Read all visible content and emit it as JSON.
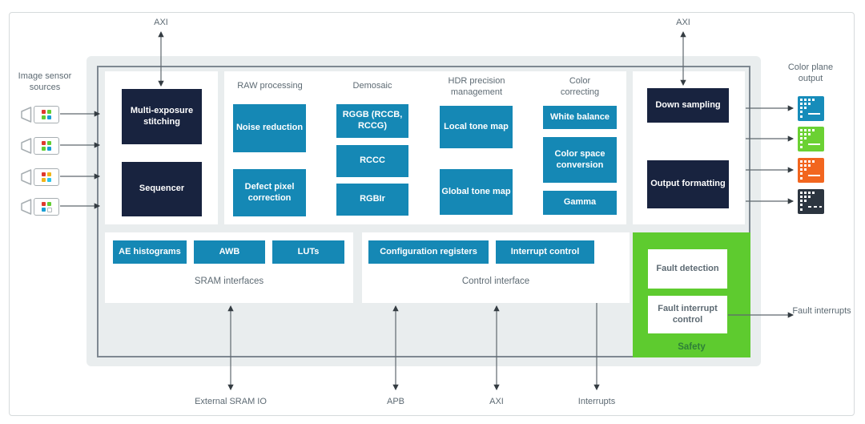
{
  "labels": {
    "image_sensor_sources": "Image sensor sources",
    "axi_left": "AXI",
    "axi_right": "AXI",
    "color_plane_output": "Color plane output",
    "fault_interrupts": "Fault interrupts",
    "external_sram_io": "External SRAM IO",
    "apb": "APB",
    "axi_bottom": "AXI",
    "interrupts": "Interrupts"
  },
  "input_stage": {
    "multi_exposure": "Multi-exposure stitching",
    "sequencer": "Sequencer"
  },
  "pipeline_columns": [
    {
      "title": "RAW processing",
      "blocks": [
        "Noise reduction",
        "Defect pixel correction"
      ]
    },
    {
      "title": "Demosaic",
      "blocks": [
        "RGGB (RCCB, RCCG)",
        "RCCC",
        "RGBIr"
      ]
    },
    {
      "title": "HDR precision management",
      "blocks": [
        "Local tone map",
        "Global tone map"
      ]
    },
    {
      "title": "Color correcting",
      "blocks": [
        "White balance",
        "Color space conversion",
        "Gamma"
      ]
    }
  ],
  "output_stage": {
    "down_sampling": "Down sampling",
    "output_formatting": "Output formatting"
  },
  "sram_interfaces": {
    "buttons": [
      "AE histograms",
      "AWB",
      "LUTs"
    ],
    "label": "SRAM interfaces"
  },
  "control_interface": {
    "buttons": [
      "Configuration registers",
      "Interrupt control"
    ],
    "label": "Control interface"
  },
  "safety": {
    "fault_detection": "Fault detection",
    "fault_interrupt_control": "Fault interrupt control",
    "label": "Safety"
  },
  "sensors": [
    {
      "name": "sensor-1",
      "dots": [
        "#e0392e",
        "#62ce33",
        "#62ce33",
        "#189fd4"
      ]
    },
    {
      "name": "sensor-2",
      "dots": [
        "#e0392e",
        "#62ce33",
        "#62ce33",
        "#189fd4"
      ]
    },
    {
      "name": "sensor-3",
      "dots": [
        "#e0392e",
        "#f0b519",
        "#f0b519",
        "#29c5ea"
      ]
    },
    {
      "name": "sensor-4",
      "dots": [
        "#e0392e",
        "#62ce33",
        "#189fd4",
        "#ffffff"
      ]
    }
  ],
  "color_plane_outputs": [
    {
      "name": "plane-blue",
      "color": "#168cba"
    },
    {
      "name": "plane-green",
      "color": "#6bd133"
    },
    {
      "name": "plane-orange",
      "color": "#f2661f"
    },
    {
      "name": "plane-dark",
      "color": "#2c3540"
    }
  ],
  "colors": {
    "block_teal": "#1588b5",
    "block_navy": "#18233f",
    "safety_green": "#5ecb2f",
    "container_gray": "#e9edee",
    "border_gray": "#7e8891",
    "label_gray": "#5d6a73"
  }
}
